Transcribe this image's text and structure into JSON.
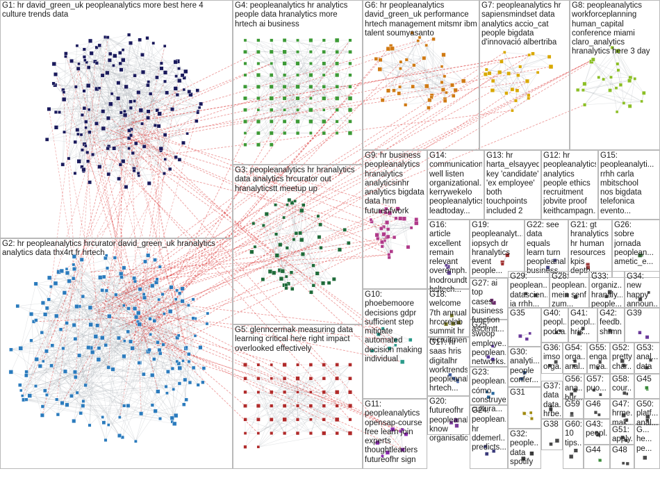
{
  "edge_color": "#d62020",
  "groups": [
    {
      "id": "G1",
      "label": "G1: hr david_green_uk peopleanalytics more best here 4\nculture trends data",
      "color": "#1a1a5c",
      "nodes": 170,
      "cluster": "ball"
    },
    {
      "id": "G2",
      "label": "G2: hr peopleanalytics hrcurator david_green_uk hranalytics\nanalytics data thx4rt fr hrtech",
      "color": "#2b7bbd",
      "nodes": 200,
      "cluster": "ball"
    },
    {
      "id": "G3",
      "label": "G3: peopleanalytics hr hranalytics\ndata analytics hrcurator out\nhranalyticstt meetup up",
      "color": "#1f6b3a",
      "nodes": 50,
      "cluster": "ball"
    },
    {
      "id": "G4",
      "label": "G4: peopleanalytics hr analytics\npeople data hranalytics more\nhrtech ai business",
      "color": "#3d9a36",
      "nodes": 84,
      "cluster": "grid"
    },
    {
      "id": "G5",
      "label": "G5: glenncermak measuring data\nlearning critical here right impact\noverlooked effectively",
      "color": "#b02a2a",
      "nodes": 56,
      "cluster": "grid"
    },
    {
      "id": "G6",
      "label": "G6: hr peopleanalytics\ndavid_green_uk performance\nhrtech management mitsmr ibm\ntalent soumyasanto",
      "color": "#d07a14",
      "nodes": 40,
      "cluster": "ball"
    },
    {
      "id": "G7",
      "label": "G7: peopleanalytics hr\nsapiensmindset data\nanalytics accio_cat\npeople bigdata\nd'innovació albertriba",
      "color": "#d9a800",
      "nodes": 26,
      "cluster": "ball"
    },
    {
      "id": "G8",
      "label": "G8: peopleanalytics\nworkforceplanning\nhuman_capital\nconference miami\nclaro_analytics\nhranalytics here 3 day",
      "color": "#8cbf26",
      "nodes": 24,
      "cluster": "ball"
    },
    {
      "id": "G9",
      "label": "G9: hr business\npeopleanalytics\nhranalytics\nanalyticsinhr\nanalytics bigdata\ndata hrm\nfutureofwork",
      "color": "#b03a8a",
      "nodes": 30,
      "cluster": "ball"
    },
    {
      "id": "G10",
      "label": "G10:\nphoebemoore\ndecisions gdpr\nsufficient step\nmitigate\nautomated\ndecision making\nindividual",
      "color": "#2a9a8a",
      "nodes": 8,
      "cluster": "ball"
    },
    {
      "id": "G11",
      "label": "G11:\npeopleanalytics\nopensap-course\nfree learn join\nexperts\nthoughtleaders\nfutureofhr sign",
      "color": "#8a2ab0",
      "nodes": 8,
      "cluster": "ball"
    },
    {
      "id": "G12",
      "label": "G12: hr\npeopleanalytics\nanalytics\npeople ethics\nrecruitment\njobvite proof\nkeithcampagn...",
      "color": "#5a5a5a",
      "nodes": 0,
      "cluster": "ball"
    },
    {
      "id": "G13",
      "label": "G13: hr\nharta_elsayyed\nkey 'candidate'\n'ex employee'\nboth\ntouchpoints\nincluded 2",
      "color": "#5a5a5a",
      "nodes": 0,
      "cluster": "ball"
    },
    {
      "id": "G14",
      "label": "G14:\ncommunication\nwell listen\norganizational...\nkerrywekelo\npeopleanalytics\nleadtoday...",
      "color": "#5a5a5a",
      "nodes": 0,
      "cluster": "ball"
    },
    {
      "id": "G15",
      "label": "G15:\npeopleanalyti...\nrrhh carla\nmbitschool\nnos bigdata\ntelefonica\nevento...",
      "color": "#5a5a5a",
      "nodes": 0,
      "cluster": "ball"
    },
    {
      "id": "G16",
      "label": "G16: article\nexcellent\nremain\nrelevant\noveremph...\nlnodroundt...\nhcltech...",
      "color": "#6a4a9a",
      "nodes": 3,
      "cluster": "ball"
    },
    {
      "id": "G17",
      "label": "G17: hr\nsaas hris\ndigitalhr\nworktrends\npeopleanal...\nhrtech...",
      "color": "#3a5aa0",
      "nodes": 4,
      "cluster": "ball"
    },
    {
      "id": "G18",
      "label": "G18:\nwelcome\n7th annual\nhrcorelab\nsummit hr\nrecruitmen...",
      "color": "#7a7a2a",
      "nodes": 4,
      "cluster": "ball"
    },
    {
      "id": "G19",
      "label": "G19:\npeopleanalyt...\niopsych dr\nhranalytics\nevent people...",
      "color": "#a03030",
      "nodes": 3,
      "cluster": "ball"
    },
    {
      "id": "G20",
      "label": "G20:\nfutureofhr\npeopleanal...\nknow\norganisatio...",
      "color": "#7a3a9a",
      "nodes": 3,
      "cluster": "ball"
    },
    {
      "id": "G21",
      "label": "G21: gt\nhranalytics\nhr human\nresources\nkpis depth...",
      "color": "#a04040",
      "nodes": 2,
      "cluster": "ball"
    },
    {
      "id": "G22",
      "label": "G22: see\ndata equals\nlearn turn\npeopleanal...\nbusiness...",
      "color": "#4a4a8a",
      "nodes": 2,
      "cluster": "ball"
    },
    {
      "id": "G23",
      "label": "G23:\npeoplean...\ncómo\nconstruye\ncultura...",
      "color": "#2a6aa0",
      "nodes": 3,
      "cluster": "ball"
    },
    {
      "id": "G24",
      "label": "G24:\npeoplean...\nhr\nddemerl...\npredicts...",
      "color": "#3a3a7a",
      "nodes": 3,
      "cluster": "ball"
    },
    {
      "id": "G25",
      "label": "G25:\nswoop\nemploye...\npeoplean...\nnetworks...",
      "color": "#5a3a9a",
      "nodes": 3,
      "cluster": "ball"
    },
    {
      "id": "G26",
      "label": "G26:\nsobre\njornada\npeoplean...\nametic_e...",
      "color": "#3a6a3a",
      "nodes": 2,
      "cluster": "ball"
    },
    {
      "id": "G27",
      "label": "G27: ai\ntop cases\nbusiness\nfunction\nascentt...",
      "color": "#6a2a6a",
      "nodes": 2,
      "cluster": "ball"
    },
    {
      "id": "G28",
      "label": "G28:\npeoplean...\nmein senf\nzum...",
      "color": "#4a4a4a",
      "nodes": 2,
      "cluster": "ball"
    },
    {
      "id": "G29",
      "label": "G29:\npeoplean...\ndatascien...\nia rrhh...",
      "color": "#4a4a4a",
      "nodes": 2,
      "cluster": "ball"
    },
    {
      "id": "G30",
      "label": "G30:\nanalyti...\npeople\nconfer...",
      "color": "#3a5a8a",
      "nodes": 2,
      "cluster": "ball"
    },
    {
      "id": "G31",
      "label": "G31",
      "color": "#a08a10",
      "nodes": 4,
      "cluster": "ball"
    },
    {
      "id": "G32",
      "label": "G32:\npeople...\ndata\nspotify",
      "color": "#3a3a3a",
      "nodes": 2,
      "cluster": "ball"
    },
    {
      "id": "G33",
      "label": "G33:\norganiz...\nhranaly...\npeople...",
      "color": "#4a4a4a",
      "nodes": 2,
      "cluster": "ball"
    },
    {
      "id": "G34",
      "label": "G34:\nnew\nhappy\nannoun...",
      "color": "#4a4a4a",
      "nodes": 2,
      "cluster": "ball"
    },
    {
      "id": "G35",
      "label": "G35",
      "color": "#6a3a9a",
      "nodes": 3,
      "cluster": "ball"
    },
    {
      "id": "G36",
      "label": "G36:\nimso...\norga...",
      "color": "#4a4a4a",
      "nodes": 2,
      "cluster": "ball"
    },
    {
      "id": "G37",
      "label": "G37:\ndata\ndata...\nhrbe...",
      "color": "#3a3a3a",
      "nodes": 2,
      "cluster": "ball"
    },
    {
      "id": "G38",
      "label": "G38",
      "color": "#4a4a4a",
      "nodes": 2,
      "cluster": "ball"
    },
    {
      "id": "G39",
      "label": "G39",
      "color": "#6a3a9a",
      "nodes": 2,
      "cluster": "ball"
    },
    {
      "id": "G40",
      "label": "G40:\npeopl...\npodca...",
      "color": "#4a4a4a",
      "nodes": 2,
      "cluster": "ball"
    },
    {
      "id": "G41",
      "label": "G41:\npeopl...\nhris...",
      "color": "#4a4a4a",
      "nodes": 2,
      "cluster": "ball"
    },
    {
      "id": "G42",
      "label": "G42:\nfeedb...\nshrmn...",
      "color": "#4a4a4a",
      "nodes": 2,
      "cluster": "ball"
    },
    {
      "id": "G43",
      "label": "G43:\npeopl...",
      "color": "#4a4a4a",
      "nodes": 2,
      "cluster": "ball"
    },
    {
      "id": "G44",
      "label": "G44",
      "color": "#3a8a3a",
      "nodes": 2,
      "cluster": "ball"
    },
    {
      "id": "G45",
      "label": "G45",
      "color": "#3a8a3a",
      "nodes": 2,
      "cluster": "ball"
    },
    {
      "id": "G46",
      "label": "G46",
      "color": "#4a4a4a",
      "nodes": 2,
      "cluster": "ball"
    },
    {
      "id": "G47",
      "label": "G47:\nhrme...\nmak...",
      "color": "#4a4a4a",
      "nodes": 2,
      "cluster": "ball"
    },
    {
      "id": "G48",
      "label": "G48",
      "color": "#4a4a4a",
      "nodes": 2,
      "cluster": "ball"
    },
    {
      "id": "G49",
      "label": "G...\nhe...\npe...",
      "color": "#4a4a4a",
      "nodes": 1,
      "cluster": "ball"
    },
    {
      "id": "G50",
      "label": "G50:\nplatf...\nanal...",
      "color": "#4a4a4a",
      "nodes": 2,
      "cluster": "ball"
    },
    {
      "id": "G51",
      "label": "G51:\napply...",
      "color": "#4a4a4a",
      "nodes": 2,
      "cluster": "ball"
    },
    {
      "id": "G52",
      "label": "G52:\npretty\nchar...",
      "color": "#4a4a4a",
      "nodes": 2,
      "cluster": "ball"
    },
    {
      "id": "G53",
      "label": "G53:\nanal...\ndata",
      "color": "#4a4a4a",
      "nodes": 2,
      "cluster": "ball"
    },
    {
      "id": "G54",
      "label": "G54:\norga...\nanal...",
      "color": "#4a4a4a",
      "nodes": 2,
      "cluster": "ball"
    },
    {
      "id": "G55",
      "label": "G55:\nenga...\nmea...",
      "color": "#4a4a4a",
      "nodes": 2,
      "cluster": "ball"
    },
    {
      "id": "G56",
      "label": "G56:\nana...\nbur...",
      "color": "#4a4a4a",
      "nodes": 2,
      "cluster": "ball"
    },
    {
      "id": "G57",
      "label": "G57:\npuo...",
      "color": "#4a4a4a",
      "nodes": 2,
      "cluster": "ball"
    },
    {
      "id": "G58",
      "label": "G58:\ncour...",
      "color": "#4a4a4a",
      "nodes": 2,
      "cluster": "ball"
    },
    {
      "id": "G59",
      "label": "G59",
      "color": "#4a4a4a",
      "nodes": 2,
      "cluster": "ball"
    },
    {
      "id": "G60",
      "label": "G60:\n10\ntips...",
      "color": "#4a4a4a",
      "nodes": 2,
      "cluster": "ball"
    }
  ]
}
